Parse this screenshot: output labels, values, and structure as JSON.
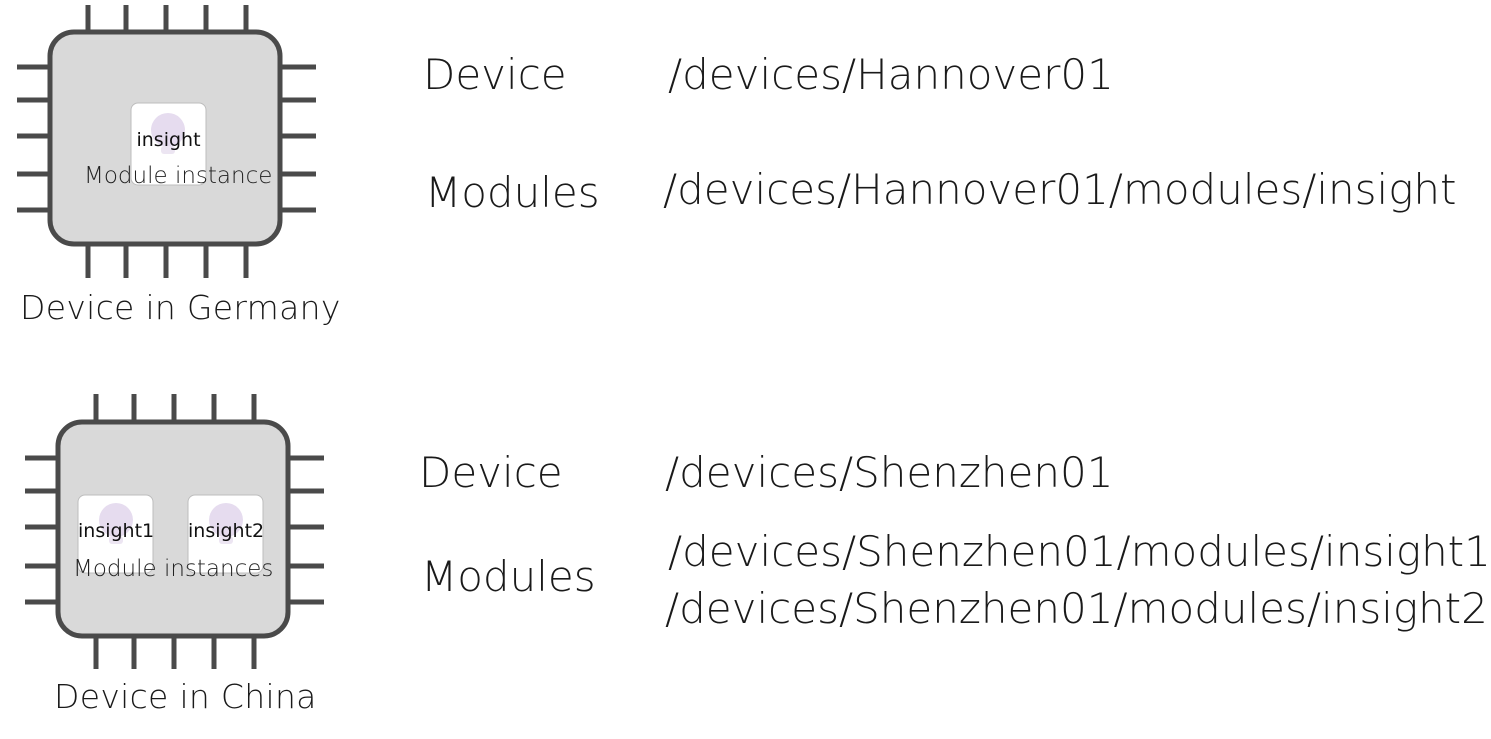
{
  "devices": [
    {
      "caption": "Device in Germany",
      "module_caption": "Module instance",
      "modules": [
        "insight"
      ],
      "label_device": "Device",
      "path_device": "/devices/Hannover01",
      "label_modules": "Modules",
      "path_modules": [
        "/devices/Hannover01/modules/insight"
      ]
    },
    {
      "caption": "Device in China",
      "module_caption": "Module instances",
      "modules": [
        "insight1",
        "insight2"
      ],
      "label_device": "Device",
      "path_device": "/devices/Shenzhen01",
      "label_modules": "Modules",
      "path_modules": [
        "/devices/Shenzhen01/modules/insight1",
        "/devices/Shenzhen01/modules/insight2"
      ]
    }
  ],
  "colors": {
    "chip_fill": "#d9d9d9",
    "chip_stroke": "#4a4a4a",
    "module_fill": "#ffffff",
    "module_icon": "#e6dcef"
  }
}
